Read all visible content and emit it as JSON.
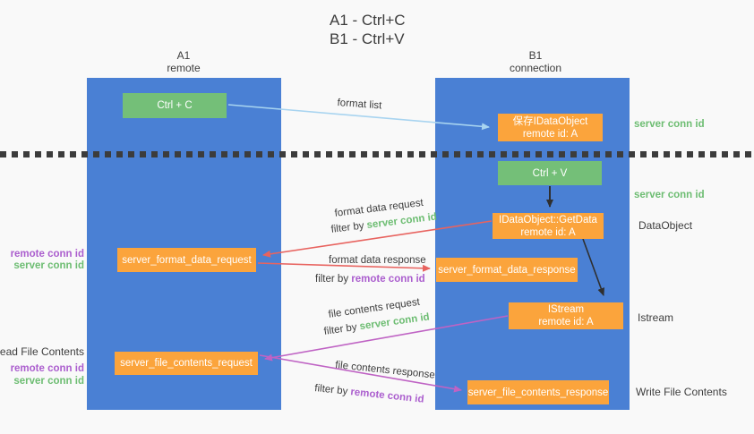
{
  "title": {
    "line1": "A1 - Ctrl+C",
    "line2": "B1 - Ctrl+V"
  },
  "columns": {
    "left": {
      "id": "A1",
      "role": "remote"
    },
    "right": {
      "id": "B1",
      "role": "connection"
    }
  },
  "nodes": {
    "ctrl_c": {
      "label": "Ctrl + C"
    },
    "ctrl_v": {
      "label": "Ctrl + V"
    },
    "save_idataobject": {
      "line1": "保存IDataObject",
      "line2": "remote id: A"
    },
    "idataobject_getdata": {
      "line1": "IDataObject::GetData",
      "line2": "remote id: A"
    },
    "istream": {
      "line1": "IStream",
      "line2": "remote id: A"
    },
    "server_format_data_request": {
      "label": "server_format_data_request"
    },
    "server_format_data_response": {
      "label": "server_format_data_response"
    },
    "server_file_contents_request": {
      "label": "server_file_contents_request"
    },
    "server_file_contents_response": {
      "label": "server_file_contents_response"
    }
  },
  "arrows": {
    "format_list": {
      "label": "format list"
    },
    "format_data_request": {
      "label": "format data request",
      "filter_prefix": "filter by ",
      "filter_key": "server conn id"
    },
    "format_data_response": {
      "label": "format data response",
      "filter_prefix": "filter by ",
      "filter_key": "remote conn id"
    },
    "file_contents_request": {
      "label": "file contents request",
      "filter_prefix": "filter by ",
      "filter_key": "server conn id"
    },
    "file_contents_response": {
      "label": "file contents response",
      "filter_prefix": "filter by ",
      "filter_key": "remote conn id"
    }
  },
  "side_labels": {
    "right_server_conn_id_top": "server conn id",
    "right_server_conn_id_mid": "server conn id",
    "right_dataobject": "DataObject",
    "right_istream": "Istream",
    "right_write_file_contents": "Write File Contents",
    "left_remote_conn_id_top": "remote conn id",
    "left_server_conn_id_top": "server conn id",
    "left_read_file_contents": "Read File Contents",
    "left_remote_conn_id_bottom": "remote conn id",
    "left_server_conn_id_bottom": "server conn id"
  },
  "colors": {
    "panel_blue": "#4a80d4",
    "box_green": "#74bf78",
    "box_orange": "#fba43c",
    "arrow_light_blue": "#a8d4f0",
    "arrow_red": "#e8635f",
    "arrow_magenta": "#bf63c4",
    "arrow_black": "#2f2f2f",
    "label_green": "#6dbd72",
    "label_purple": "#ab5ece",
    "text_dark": "#3d3d3d",
    "background": "#f9f9f9"
  }
}
